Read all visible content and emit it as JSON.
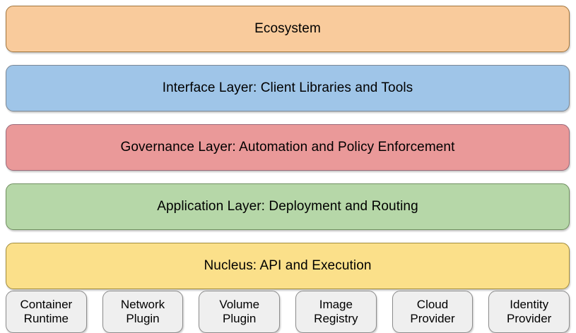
{
  "diagram": {
    "type": "layered-architecture-stack",
    "background_color": "#ffffff",
    "layers": [
      {
        "id": "ecosystem",
        "label": "Ecosystem",
        "fill": "#f9cb9c",
        "border": "#a0743c"
      },
      {
        "id": "interface-layer",
        "label": "Interface Layer: Client Libraries and Tools",
        "fill": "#9fc5e8",
        "border": "#7b8794"
      },
      {
        "id": "governance-layer",
        "label": "Governance Layer: Automation and Policy Enforcement",
        "fill": "#ea9999",
        "border": "#9a6a7a"
      },
      {
        "id": "application-layer",
        "label": "Application Layer: Deployment and Routing",
        "fill": "#b6d7a8",
        "border": "#6f8f5f"
      },
      {
        "id": "nucleus-layer",
        "label": "Nucleus: API and Execution",
        "fill": "#fbe08a",
        "border": "#a08b3c"
      }
    ],
    "components": [
      {
        "id": "container-runtime",
        "label": "Container\nRuntime",
        "fill": "#efefef",
        "border": "#8c8c8c"
      },
      {
        "id": "network-plugin",
        "label": "Network\nPlugin",
        "fill": "#efefef",
        "border": "#8c8c8c"
      },
      {
        "id": "volume-plugin",
        "label": "Volume\nPlugin",
        "fill": "#efefef",
        "border": "#8c8c8c"
      },
      {
        "id": "image-registry",
        "label": "Image\nRegistry",
        "fill": "#efefef",
        "border": "#8c8c8c"
      },
      {
        "id": "cloud-provider",
        "label": "Cloud\nProvider",
        "fill": "#efefef",
        "border": "#8c8c8c"
      },
      {
        "id": "identity-provider",
        "label": "Identity\nProvider",
        "fill": "#efefef",
        "border": "#8c8c8c"
      }
    ]
  }
}
